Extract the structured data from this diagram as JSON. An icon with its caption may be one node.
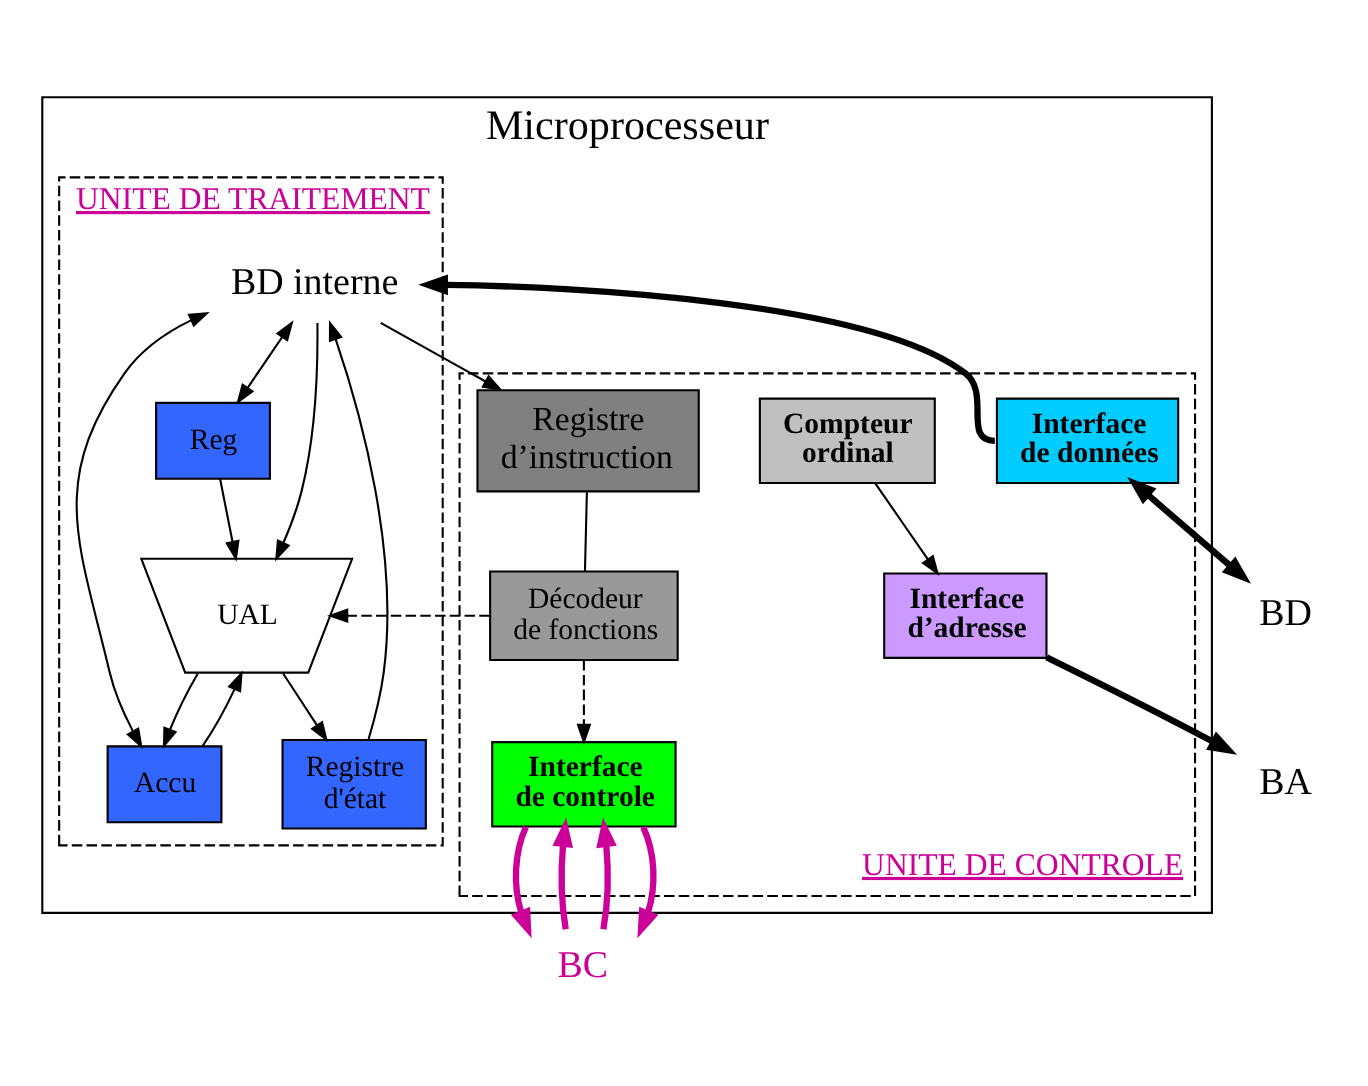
{
  "diagram": {
    "nodes": [
      {
        "text": [
          "Microprocesseur"
        ]
      },
      {
        "text": [
          "UNITE DE TRAITEMENT"
        ],
        "in": 0
      },
      {
        "text": [
          "UNITE DE CONTROLE"
        ],
        "in": 0
      },
      {
        "text": [
          "BD interne"
        ],
        "in": 1
      },
      {
        "text": [
          "Reg"
        ],
        "in": 1
      },
      {
        "text": [
          "Accu"
        ],
        "in": 1
      },
      {
        "text": [
          "Registre d'état"
        ],
        "in": 1
      },
      {
        "text": [
          "UAL"
        ],
        "in": 1
      },
      {
        "text": [
          "Interface de données"
        ],
        "in": 2
      },
      {
        "text": [
          "Registre d’instruction"
        ],
        "in": 2
      },
      {
        "text": [
          "Décodeur de fonctions"
        ],
        "in": 2
      },
      {
        "text": [
          "Compteur ordinal"
        ],
        "in": 2
      },
      {
        "text": [
          "Interface de controle"
        ],
        "in": 2
      },
      {
        "text": [
          "Interface d’adresse"
        ],
        "in": 2
      },
      {
        "text": [
          "BD"
        ]
      },
      {
        "text": [
          "BA"
        ]
      },
      {
        "text": [
          "BC"
        ]
      }
    ],
    "edges": [
      {
        "from": 8,
        "to": 3,
        "arrow": "to",
        "style": "thick"
      },
      {
        "from": 3,
        "to": 4,
        "arrow": "both"
      },
      {
        "from": 3,
        "to": 5,
        "arrow": "both"
      },
      {
        "from": 6,
        "to": 3,
        "arrow": "to"
      },
      {
        "from": 4,
        "to": 7,
        "arrow": "to"
      },
      {
        "from": 5,
        "to": 7,
        "arrow": "to"
      },
      {
        "from": 7,
        "to": 5,
        "arrow": "to"
      },
      {
        "from": 7,
        "to": 6,
        "arrow": "to"
      },
      {
        "from": 3,
        "to": 7,
        "arrow": "to"
      },
      {
        "from": 3,
        "to": 9,
        "arrow": "to"
      },
      {
        "from": 9,
        "to": 10,
        "arrow": "none"
      },
      {
        "from": 10,
        "to": 7,
        "arrow": "to",
        "style": "dashed"
      },
      {
        "from": 10,
        "to": 12,
        "arrow": "to",
        "style": "dashed"
      },
      {
        "from": 11,
        "to": 13,
        "arrow": "to"
      },
      {
        "from": 8,
        "to": 14,
        "arrow": "both",
        "style": "thick"
      },
      {
        "from": 13,
        "to": 15,
        "arrow": "to",
        "style": "thick"
      },
      {
        "from": 16,
        "to": 12,
        "arrow": "to",
        "style": "thick",
        "color": "#cc0099"
      },
      {
        "from": 16,
        "to": 12,
        "arrow": "to",
        "style": "thick",
        "color": "#cc0099"
      },
      {
        "from": 12,
        "to": 16,
        "arrow": "to",
        "style": "thick",
        "color": "#cc0099"
      },
      {
        "from": 12,
        "to": 16,
        "arrow": "to",
        "style": "thick",
        "color": "#cc0099"
      }
    ]
  }
}
